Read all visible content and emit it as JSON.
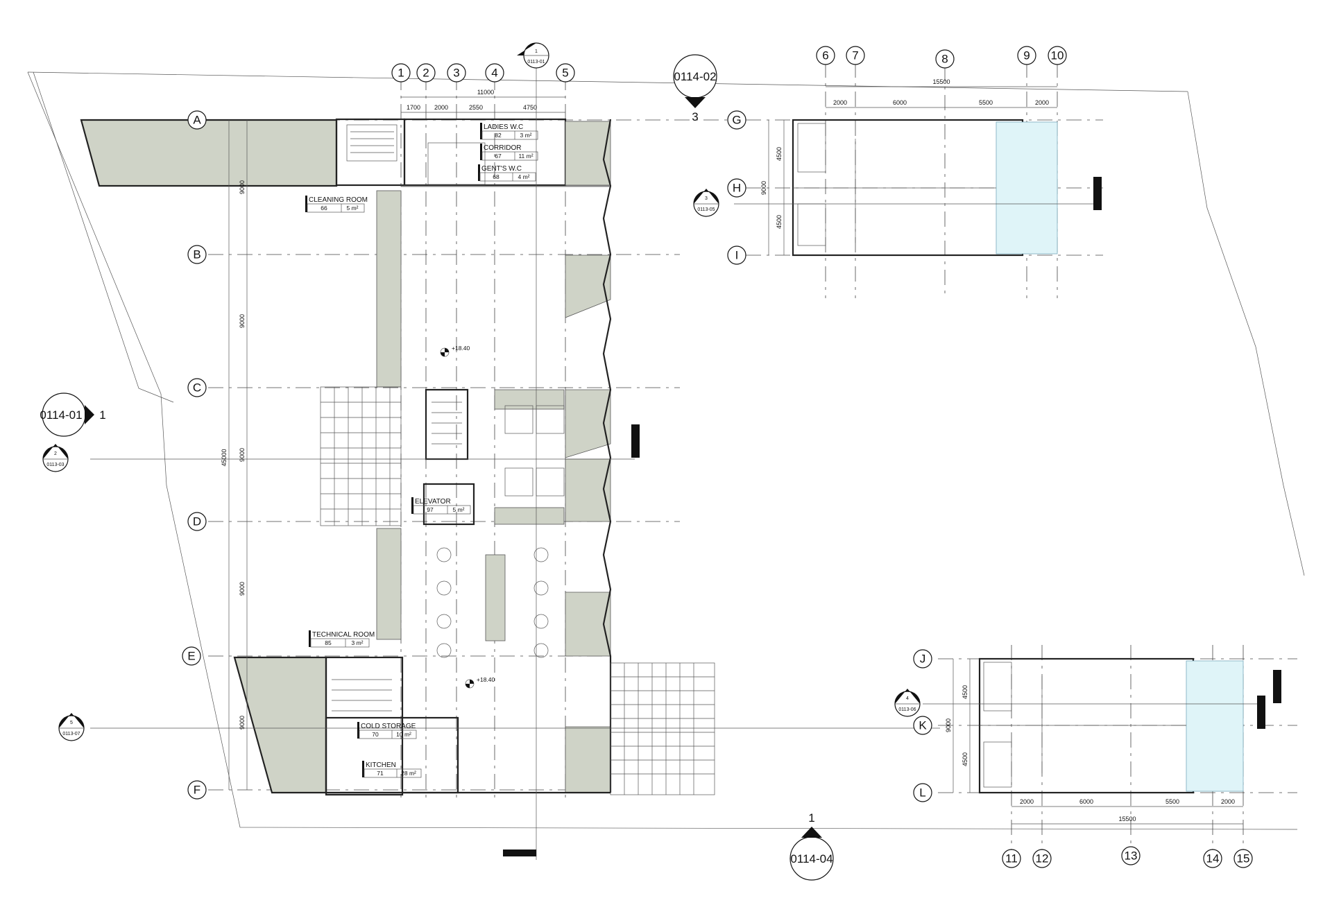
{
  "grid": {
    "numbers_main": [
      "1",
      "2",
      "3",
      "4",
      "5"
    ],
    "numbers_upper_annex": [
      "6",
      "7",
      "8",
      "9",
      "10"
    ],
    "numbers_lower_annex": [
      "11",
      "12",
      "13",
      "14",
      "15"
    ],
    "letters_main": [
      "A",
      "B",
      "C",
      "D",
      "E",
      "F"
    ],
    "letters_upper_annex": [
      "G",
      "H",
      "I"
    ],
    "letters_lower_annex": [
      "J",
      "K",
      "L"
    ]
  },
  "dimensions": {
    "main_total": "11000",
    "main_segments": [
      "1700",
      "2000",
      "2550",
      "4750"
    ],
    "main_vertical_total": "45000",
    "main_vertical_bays": [
      "9000",
      "9000",
      "9000",
      "9000",
      "9000"
    ],
    "upper_annex_total": "15500",
    "upper_annex_segments": [
      "2000",
      "6000",
      "5500",
      "2000"
    ],
    "upper_annex_vertical": [
      "4500",
      "9000",
      "4500"
    ],
    "lower_annex_total": "15500",
    "lower_annex_segments": [
      "2000",
      "6000",
      "5500",
      "2000"
    ],
    "lower_annex_vertical": [
      "4500",
      "9000",
      "4500"
    ]
  },
  "rooms": [
    {
      "name": "LADIES W.C",
      "number": "82",
      "area": "3 m²"
    },
    {
      "name": "CORRIDOR",
      "number": "67",
      "area": "11 m²"
    },
    {
      "name": "GENT'S W.C",
      "number": "68",
      "area": "4 m²"
    },
    {
      "name": "CLEANING ROOM",
      "number": "66",
      "area": "5 m²"
    },
    {
      "name": "ELEVATOR",
      "number": "97",
      "area": "5 m²"
    },
    {
      "name": "TECHNICAL ROOM",
      "number": "85",
      "area": "3 m²"
    },
    {
      "name": "COLD STORAGE",
      "number": "70",
      "area": "10 m²"
    },
    {
      "name": "KITCHEN",
      "number": "71",
      "area": "28 m²"
    }
  ],
  "levels": [
    "+18.40",
    "+18.40"
  ],
  "elevation_markers": [
    {
      "sheet": "0114-02",
      "number": "3"
    },
    {
      "sheet": "0114-01",
      "number": "1"
    },
    {
      "sheet": "0114-04",
      "number": "1"
    }
  ],
  "section_markers": [
    {
      "number": "1",
      "sheet": "0113-01"
    },
    {
      "number": "2",
      "sheet": "0113-03"
    },
    {
      "number": "3",
      "sheet": "0113-05"
    },
    {
      "number": "4",
      "sheet": "0113-06"
    },
    {
      "number": "5",
      "sheet": "0113-07"
    }
  ]
}
